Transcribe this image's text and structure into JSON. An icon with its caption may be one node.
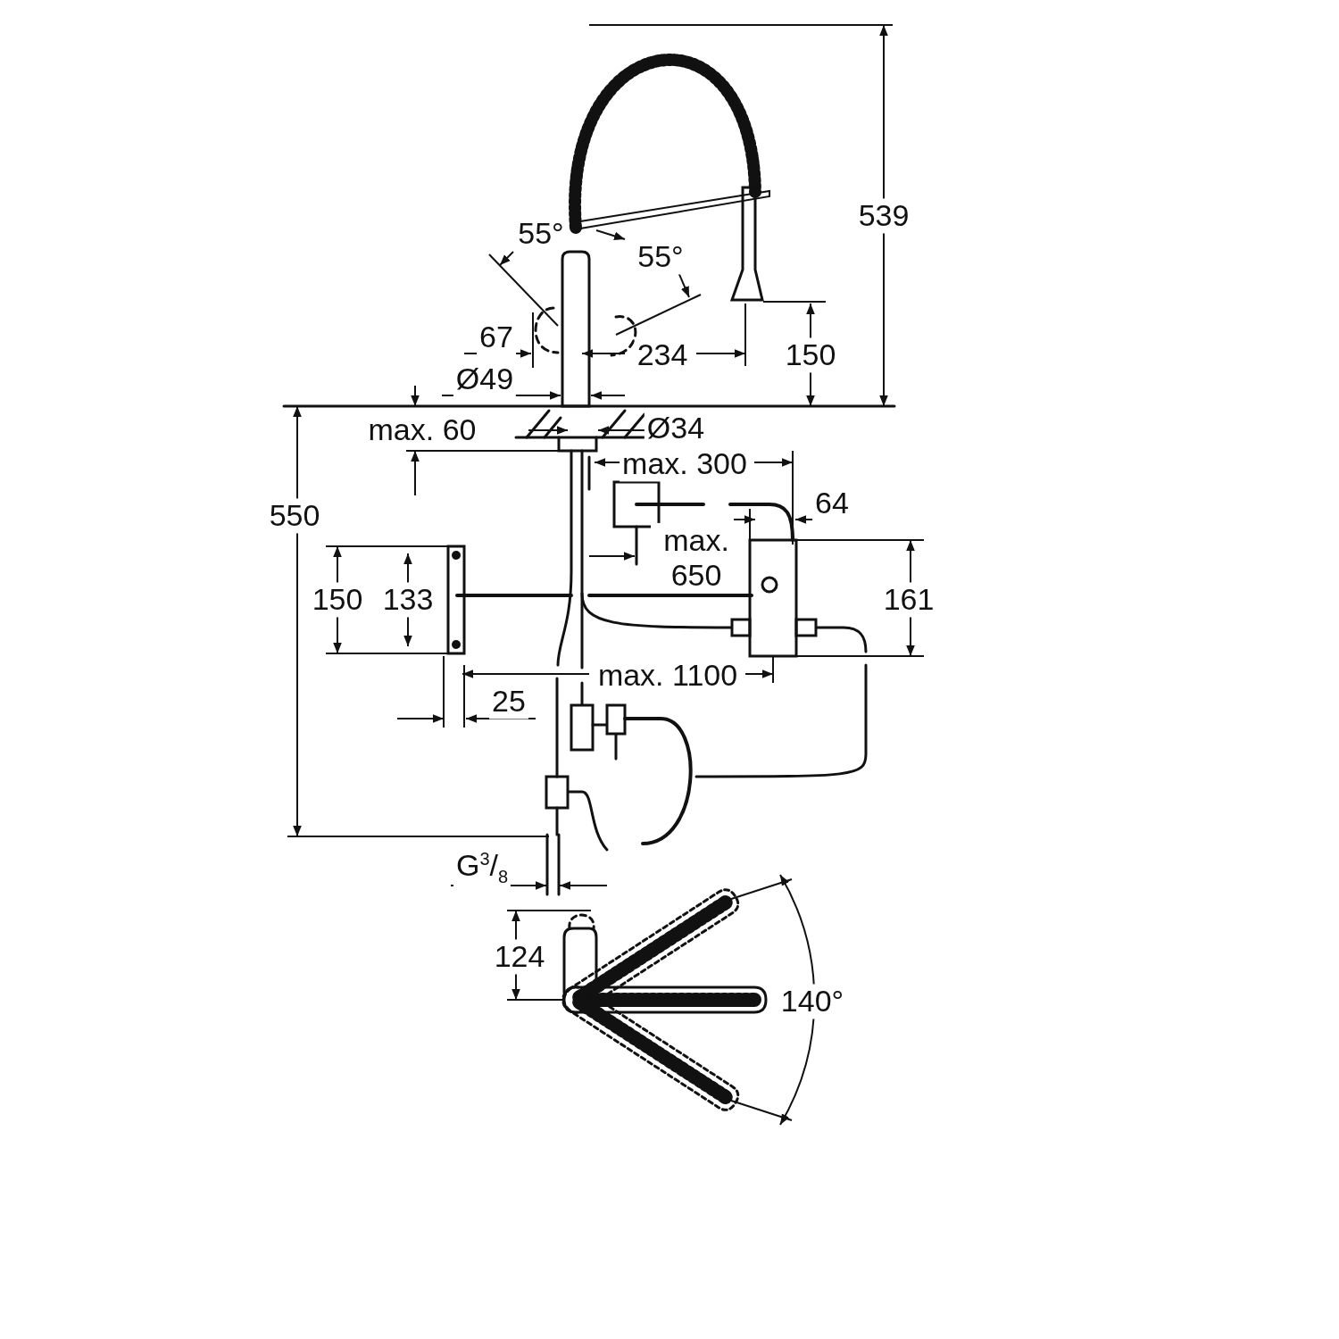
{
  "diagram": {
    "labels": [
      "539",
      "55°",
      "55°",
      "67",
      "234",
      "150",
      "Ø49",
      "max. 60",
      "Ø34",
      "max. 300",
      "64",
      "550",
      "max. 650",
      "150",
      "133",
      "161",
      "max. 1100",
      "25",
      "G$^{3}$/$_{8}$",
      "124",
      "140°"
    ]
  }
}
